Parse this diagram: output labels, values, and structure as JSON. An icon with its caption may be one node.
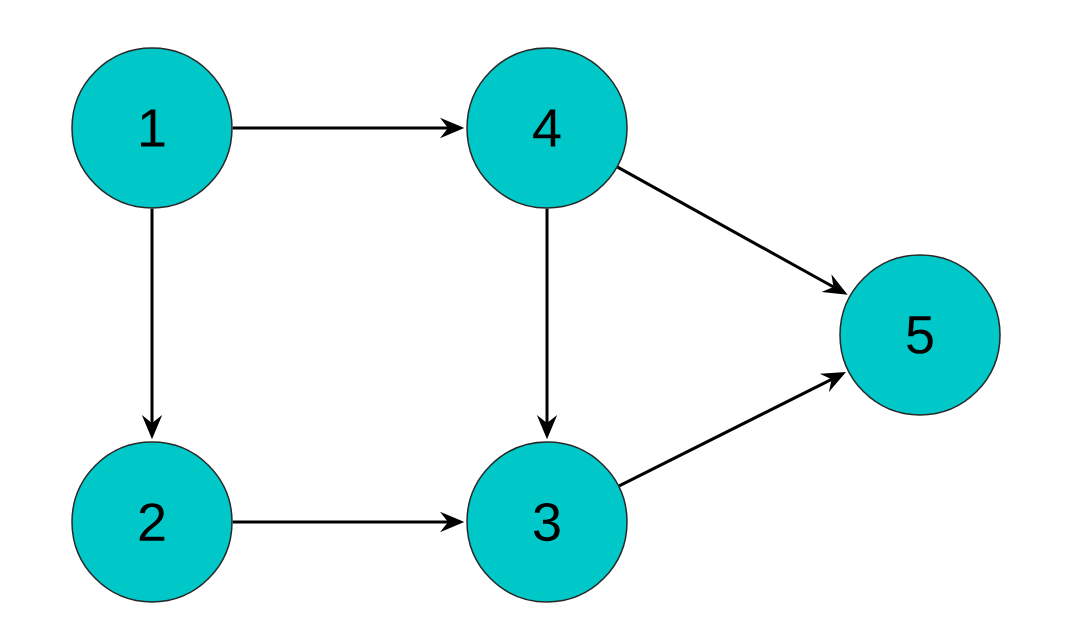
{
  "diagram": {
    "nodes": [
      {
        "text": [
          "1"
        ]
      },
      {
        "text": [
          "4"
        ]
      },
      {
        "text": [
          "5"
        ]
      },
      {
        "text": [
          "2"
        ]
      },
      {
        "text": [
          "3"
        ]
      }
    ],
    "edges": [
      {
        "from": 0,
        "to": 1,
        "arrow": "to"
      },
      {
        "from": 0,
        "to": 3,
        "arrow": "to"
      },
      {
        "from": 1,
        "to": 2,
        "arrow": "to"
      },
      {
        "from": 1,
        "to": 4,
        "arrow": "to"
      },
      {
        "from": 3,
        "to": 4,
        "arrow": "to"
      },
      {
        "from": 4,
        "to": 2,
        "arrow": "to"
      }
    ]
  }
}
